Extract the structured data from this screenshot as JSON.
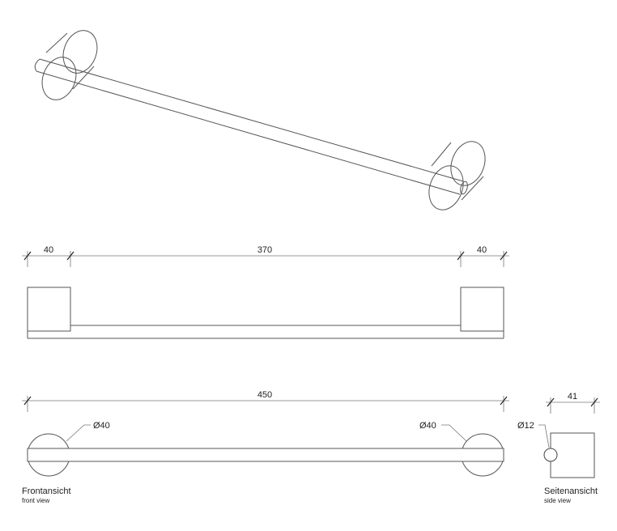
{
  "title": "Towel rail technical drawing",
  "elevation_dimensions": {
    "left_mount": "40",
    "bar_span": "370",
    "right_mount": "40"
  },
  "front_view": {
    "overall_length": "450",
    "left_mount_diameter": "Ø40",
    "right_mount_diameter": "Ø40",
    "label_de": "Frontansicht",
    "label_en": "front view"
  },
  "side_view": {
    "depth": "41",
    "bar_diameter": "Ø12",
    "label_de": "Seitenansicht",
    "label_en": "side view"
  },
  "colors": {
    "line": "#555555",
    "text": "#222222"
  }
}
